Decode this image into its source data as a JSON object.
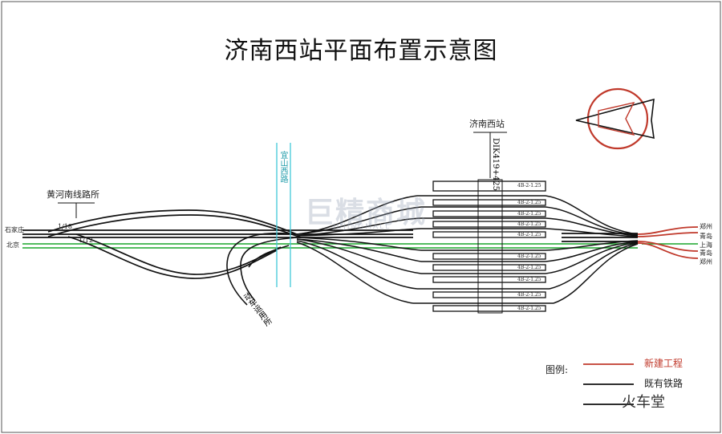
{
  "title": "济南西站平面布置示意图",
  "station": {
    "name": "济南西站",
    "mileage": "DIK419+425"
  },
  "junction": {
    "name": "黄河南线路所",
    "turnouts": [
      "1/18",
      "1/12"
    ]
  },
  "depot": {
    "name": "动车运用所"
  },
  "road": {
    "name": "宜山西路"
  },
  "left_labels": [
    "石家庄",
    "北京"
  ],
  "right_labels": [
    "郑州",
    "青岛",
    "上海",
    "青岛",
    "郑州"
  ],
  "platform_labels": [
    "4B-2-1.25",
    "4B-2-1.25",
    "4B-2-1.25",
    "4B-2-1.25",
    "4B-2-1.25",
    "4B-2-1.25",
    "4B-2-1.25",
    "4B-2-1.25",
    "4B-2-1.25",
    "4B-2-1.25"
  ],
  "legend": {
    "title": "图例:",
    "items": [
      {
        "label": "新建工程",
        "color": "#c0392b"
      },
      {
        "label": "既有铁路",
        "color": "#111111"
      },
      {
        "label": "",
        "color": "#111111"
      }
    ]
  },
  "watermark": {
    "text": "巨精商城",
    "sub": "JUJINGMALL"
  },
  "brand": "火车堂",
  "colors": {
    "new_track": "#c0392b",
    "existing": "#111111",
    "green_line": "#1aa52b",
    "road_cyan": "#41c8d8"
  }
}
